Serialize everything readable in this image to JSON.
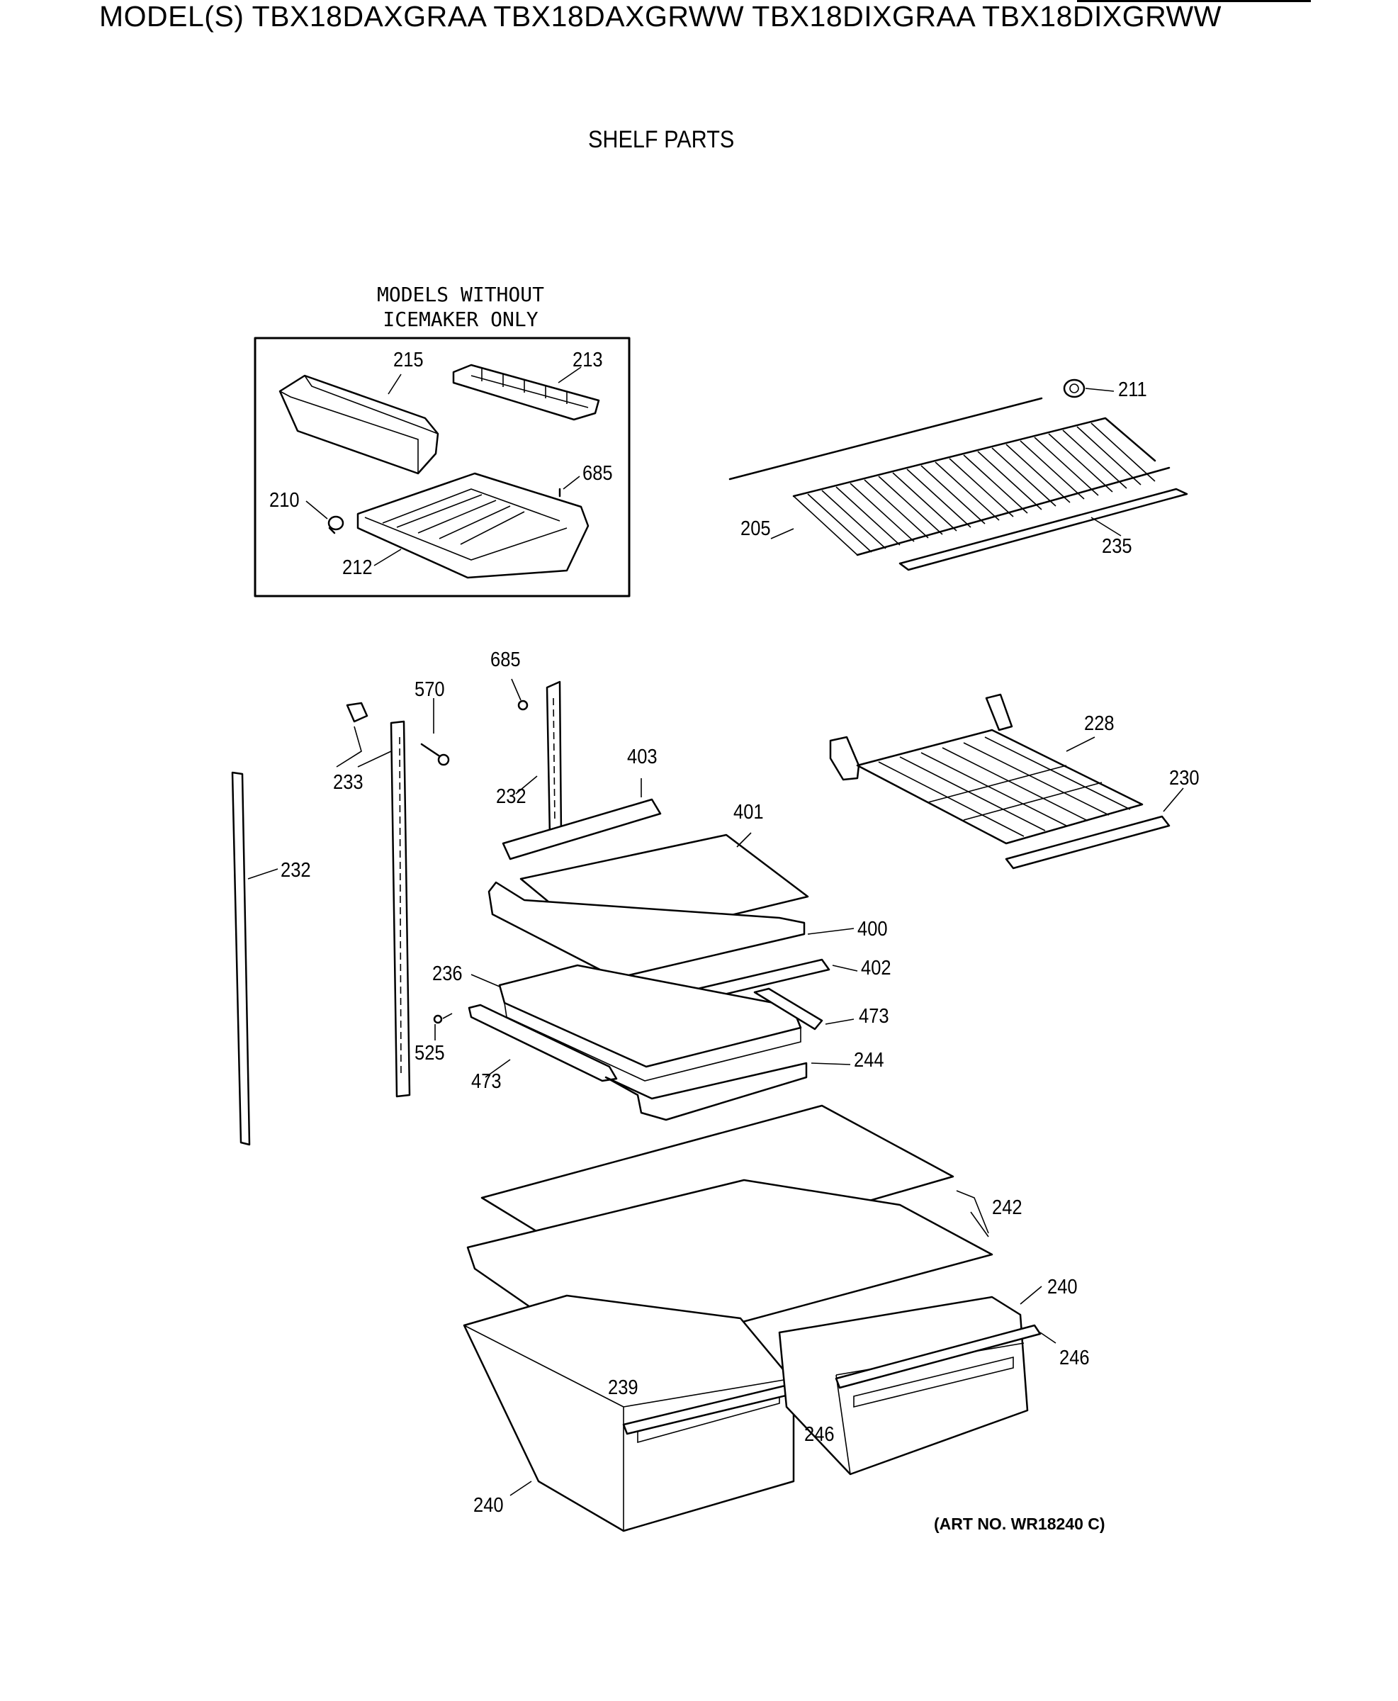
{
  "header": {
    "models_title": "MODEL(S) TBX18DAXGRAA  TBX18DAXGRWW  TBX18DIXGRAA  TBX18DIXGRWW"
  },
  "diagram_title": "SHELF PARTS",
  "icemaker_box": {
    "caption_line1": "MODELS WITHOUT",
    "caption_line2": "ICEMAKER ONLY"
  },
  "callouts": {
    "c215": "215",
    "c213": "213",
    "c685a": "685",
    "c210": "210",
    "c212": "212",
    "c211": "211",
    "c205": "205",
    "c235": "235",
    "c685b": "685",
    "c570": "570",
    "c233": "233",
    "c232a": "232",
    "c232b": "232",
    "c403": "403",
    "c401": "401",
    "c228": "228",
    "c230": "230",
    "c400": "400",
    "c402": "402",
    "c236": "236",
    "c473a": "473",
    "c473b": "473",
    "c525": "525",
    "c244": "244",
    "c242": "242",
    "c240a": "240",
    "c240b": "240",
    "c246a": "246",
    "c246b": "246",
    "c239": "239"
  },
  "art_number": "(ART NO. WR18240 C)"
}
